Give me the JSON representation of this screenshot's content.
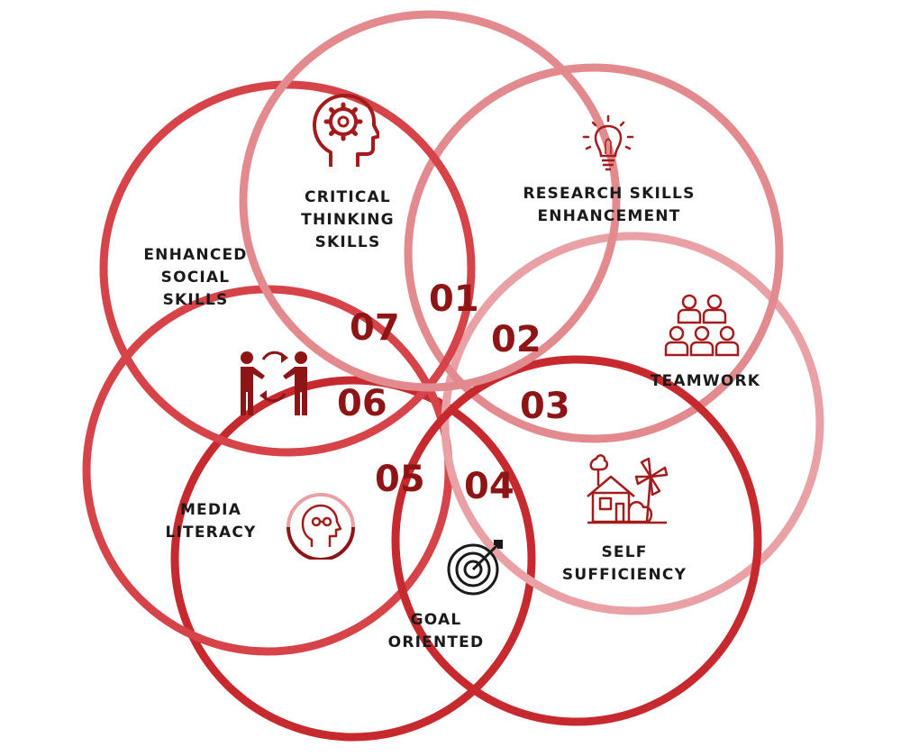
{
  "colors": {
    "deep_red": "#c62a2f",
    "mid_red": "#d6444a",
    "pink_red": "#e38a8f",
    "light_pink": "#e9a1a5",
    "number_red": "#8e1515",
    "icon_red": "#a31b1b"
  },
  "segments": [
    {
      "number": "01",
      "line1": "CRITICAL",
      "line2": "THINKING",
      "line3": "SKILLS",
      "icon": "head-gear-icon"
    },
    {
      "number": "02",
      "line1": "RESEARCH SKILLS",
      "line2": "ENHANCEMENT",
      "icon": "lightbulb-icon"
    },
    {
      "number": "03",
      "line1": "TEAMWORK",
      "icon": "people-group-icon"
    },
    {
      "number": "04",
      "line1": "SELF",
      "line2": "SUFFICIENCY",
      "icon": "house-windmill-icon"
    },
    {
      "number": "05",
      "line1": "GOAL",
      "line2": "ORIENTED",
      "icon": "target-arrow-icon"
    },
    {
      "number": "06",
      "line1": "MEDIA",
      "line2": "LITERACY",
      "icon": "head-circuit-icon"
    },
    {
      "number": "07",
      "line1": "ENHANCED",
      "line2": "SOCIAL",
      "line3": "SKILLS",
      "icon": "handshake-exchange-icon"
    }
  ]
}
